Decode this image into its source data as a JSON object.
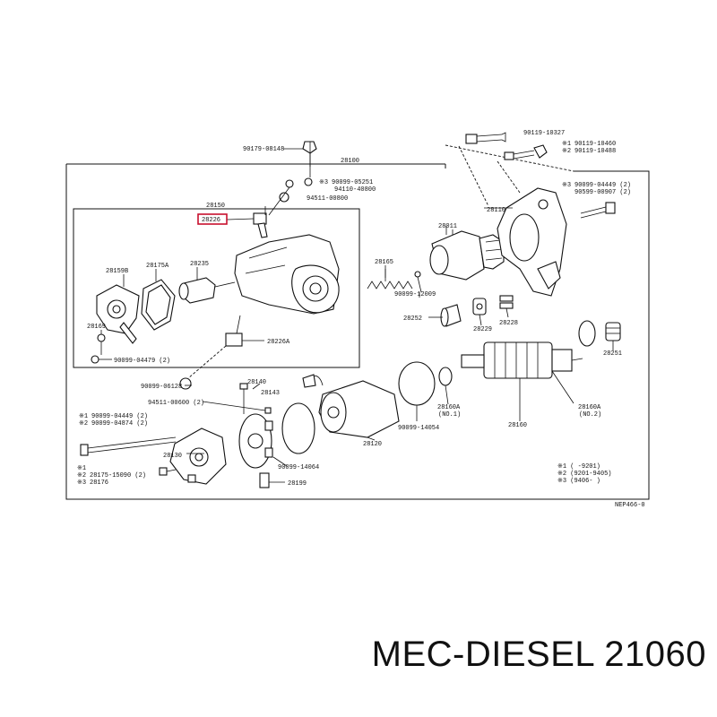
{
  "caption": "MEC-DIESEL 21060",
  "figure_code": "NEP466-0",
  "labels": {
    "p90179": "90179-08148",
    "p28100": "28100",
    "p90119top": "90119-10327",
    "p90119a": "90119-10460",
    "p90119b": "90119-10488",
    "m1a": "※1",
    "m2a": "※2",
    "p90099_05251": "90099-05251",
    "p94110": "94110-40800",
    "m3a": "※3",
    "p94511a": "94511-00800",
    "p28150": "28150",
    "p28226": "28226",
    "p28110": "28110",
    "p90099_04449a": "90099-04449 (2)",
    "p90099_00907": "90599-00907 (2)",
    "m3b": "※3",
    "p28011": "28011",
    "p28175a": "28175A",
    "p28159b": "28159B",
    "p28235": "28235",
    "p28165": "28165",
    "p90099_12009": "90099-12009",
    "p28252": "28252",
    "p28229": "28229",
    "p28228": "28228",
    "p28169": "28169",
    "p28226a": "28226A",
    "p90099_04479": "90099-04479 (2)",
    "p28251": "28251",
    "p90099_06128": "90099-06128",
    "p28140": "28140",
    "p28143": "28143",
    "p94511b": "94511-00600 (2)",
    "p90099_04449b": "90099-04449 (2)",
    "p90099_04874": "90099-04874 (2)",
    "m1b": "※1",
    "m2b": "※2",
    "p28160a": "28160A",
    "p28160a_no": "(NO.1)",
    "p28160a2": "28160A",
    "p28160a2_no": "(NO.2)",
    "p90099_14054a": "90099-14054",
    "p28160": "28160",
    "p28120": "28120",
    "p28130": "28130",
    "p90099_14054b": "90099-14064",
    "m1c": "※1",
    "m2c": "※2",
    "m3c": "※3",
    "p28175": "28175-15090 (2)",
    "p28176": "28176",
    "p28199": "28199",
    "note1": "※1  (    -9201)",
    "note2": "※2  (9201-9405)",
    "note3": "※3  (9406-    )"
  }
}
